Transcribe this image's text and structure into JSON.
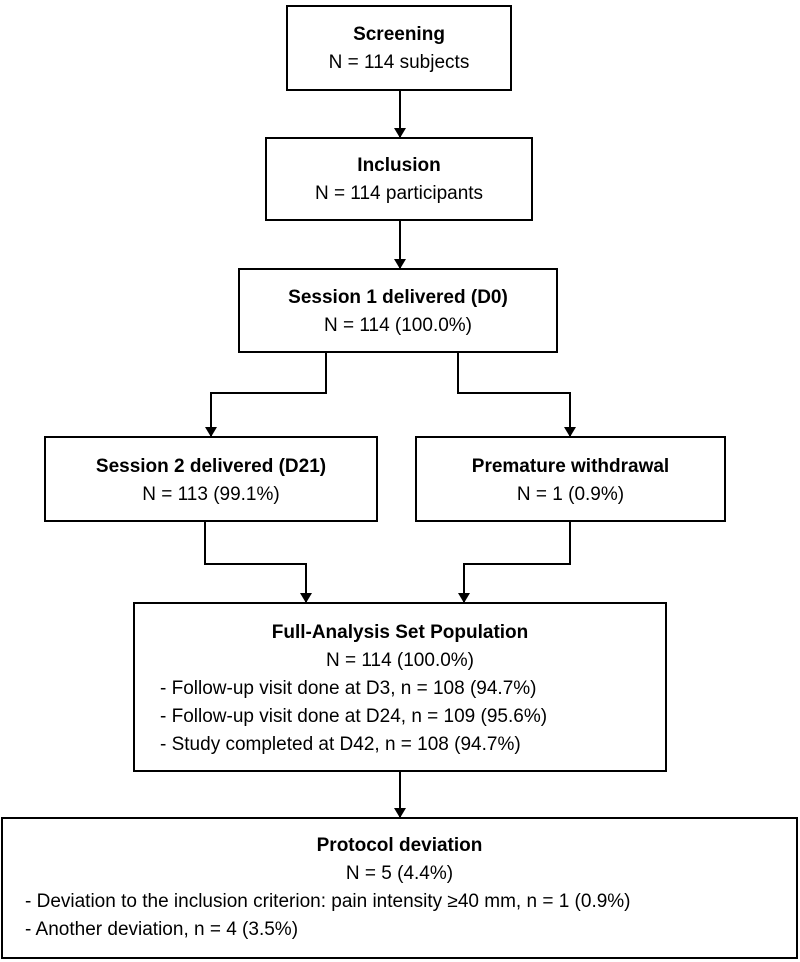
{
  "nodes": {
    "screening": {
      "title": "Screening",
      "count": "N = 114 subjects"
    },
    "inclusion": {
      "title": "Inclusion",
      "count": "N = 114 participants"
    },
    "session1": {
      "title": "Session 1 delivered (D0)",
      "count": "N = 114 (100.0%)"
    },
    "session2": {
      "title": "Session 2 delivered (D21)",
      "count": "N = 113 (99.1%)"
    },
    "withdrawal": {
      "title": "Premature withdrawal",
      "count": "N = 1 (0.9%)"
    },
    "fas": {
      "title": "Full-Analysis Set Population",
      "count": "N = 114 (100.0%)",
      "items": [
        "- Follow-up visit done at D3, n = 108 (94.7%)",
        "- Follow-up visit done at D24, n = 109 (95.6%)",
        "- Study completed at D42, n = 108 (94.7%)"
      ]
    },
    "deviation": {
      "title": "Protocol deviation",
      "count": "N = 5 (4.4%)",
      "items": [
        "- Deviation to the inclusion criterion: pain intensity ≥40 mm, n = 1 (0.9%)",
        "- Another deviation, n = 4 (3.5%)"
      ]
    }
  }
}
